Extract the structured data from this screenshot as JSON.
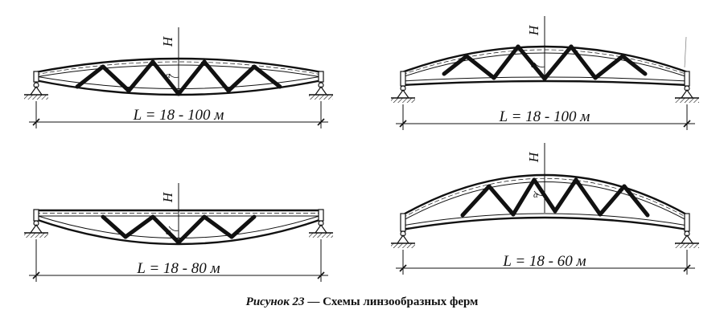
{
  "figure": {
    "panels": [
      {
        "name": "top-left",
        "span_label": "L = 18 - 100 м",
        "height_label": "H",
        "angle_label": "α"
      },
      {
        "name": "top-right",
        "span_label": "L = 18 - 100 м",
        "height_label": "H",
        "angle_label": "α"
      },
      {
        "name": "bottom-left",
        "span_label": "L = 18 - 80 м",
        "height_label": "H",
        "angle_label": "α"
      },
      {
        "name": "bottom-right",
        "span_label": "L = 18 - 60 м",
        "height_label": "H",
        "angle_label": "α"
      }
    ]
  },
  "caption": {
    "number": "Рисунок 23",
    "text": "— Схемы линзообразных ферм"
  }
}
